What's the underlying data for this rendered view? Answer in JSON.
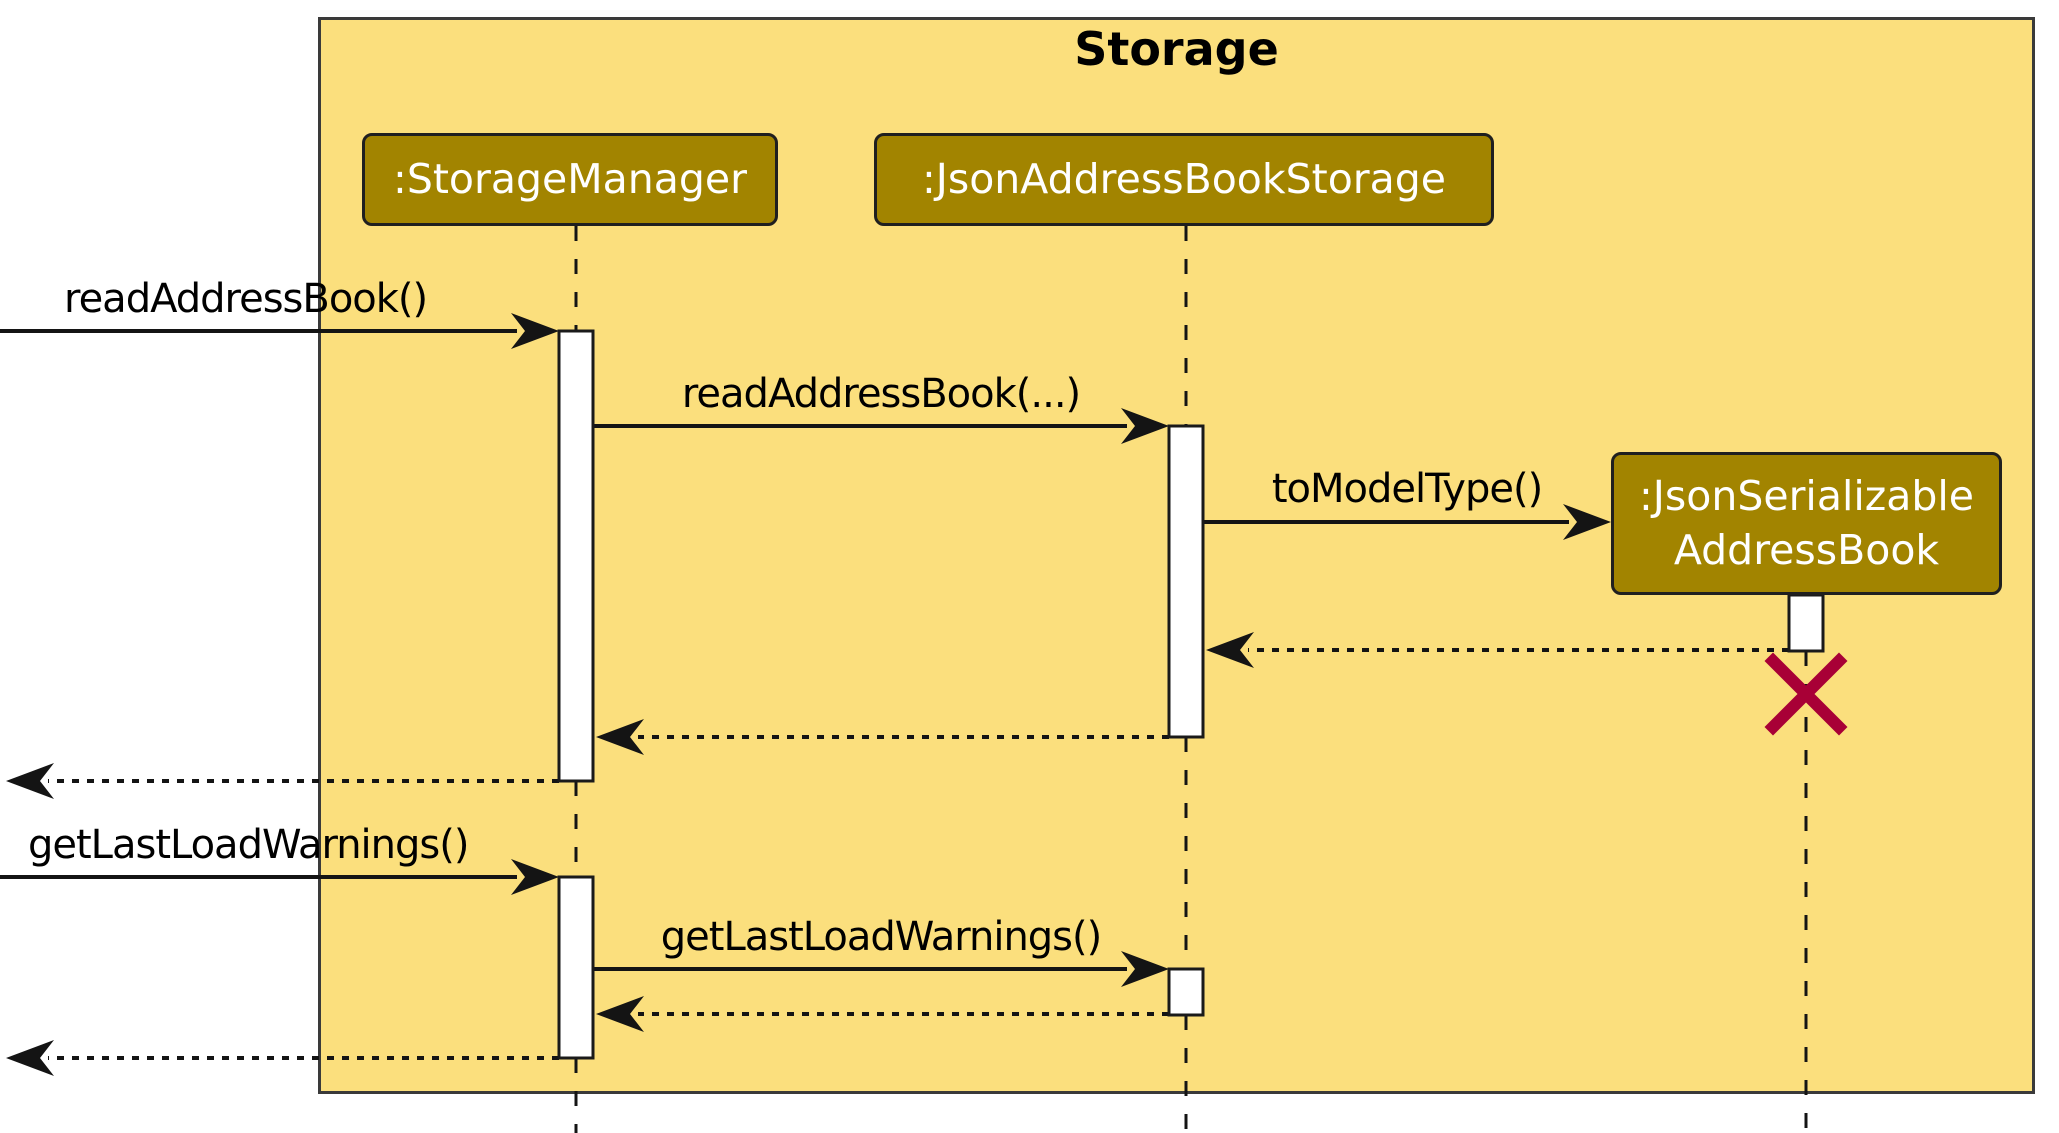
{
  "diagram": {
    "frame_title": "Storage"
  },
  "participants": [
    {
      "label": ":StorageManager"
    },
    {
      "label": ":JsonAddressBookStorage"
    },
    {
      "label": ":JsonSerializableAddressBook",
      "line1": ":JsonSerializable",
      "line2": "AddressBook"
    }
  ],
  "messages": {
    "calls": [
      {
        "label": "readAddressBook()",
        "from": "external",
        "to": ":StorageManager"
      },
      {
        "label": "readAddressBook(...)",
        "from": ":StorageManager",
        "to": ":JsonAddressBookStorage"
      },
      {
        "label": "toModelType()",
        "from": ":JsonAddressBookStorage",
        "to": ":JsonSerializableAddressBook"
      },
      {
        "label": "getLastLoadWarnings()",
        "from": "external",
        "to": ":StorageManager"
      },
      {
        "label": "getLastLoadWarnings()",
        "from": ":StorageManager",
        "to": ":JsonAddressBookStorage"
      }
    ],
    "returns": [
      {
        "label": "",
        "from": ":JsonSerializableAddressBook",
        "to": ":JsonAddressBookStorage"
      },
      {
        "label": "",
        "from": ":JsonAddressBookStorage",
        "to": ":StorageManager"
      },
      {
        "label": "",
        "from": ":StorageManager",
        "to": "external"
      },
      {
        "label": "",
        "from": ":JsonAddressBookStorage",
        "to": ":StorageManager"
      },
      {
        "label": "",
        "from": ":StorageManager",
        "to": "external"
      }
    ]
  },
  "destroy_marker": {
    "target": ":JsonSerializableAddressBook",
    "color": "#A80036"
  },
  "colors": {
    "outside_background": "#FFFFFF",
    "frame_fill": "#FBDF7D",
    "frame_border": "#3A3A3A",
    "participant_fill": "#A28400",
    "participant_border": "#1F1F1F",
    "participant_text": "#FFFFFF",
    "message_line": "#141414",
    "message_text": "#000000",
    "activation_fill": "#FFFFFF",
    "destroy_x": "#A80036"
  }
}
